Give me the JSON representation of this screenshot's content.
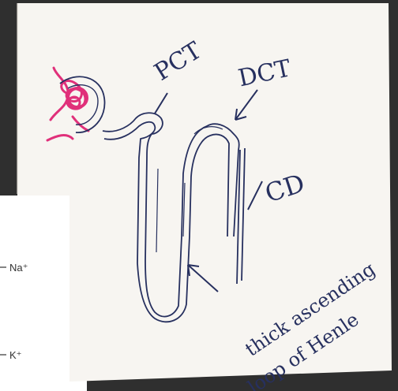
{
  "diagram": {
    "labels": {
      "pct": "PCT",
      "dct": "DCT",
      "cd": "CD",
      "loop_line1": "thick ascending",
      "loop_line2": "loop of Henle"
    },
    "ions": {
      "sodium": "Na⁺",
      "potassium": "K⁺"
    },
    "colors": {
      "background": "#2f2f2f",
      "paper": "#f7f5f1",
      "ink": "#27305f",
      "glomerulus": "#e0307a"
    }
  }
}
